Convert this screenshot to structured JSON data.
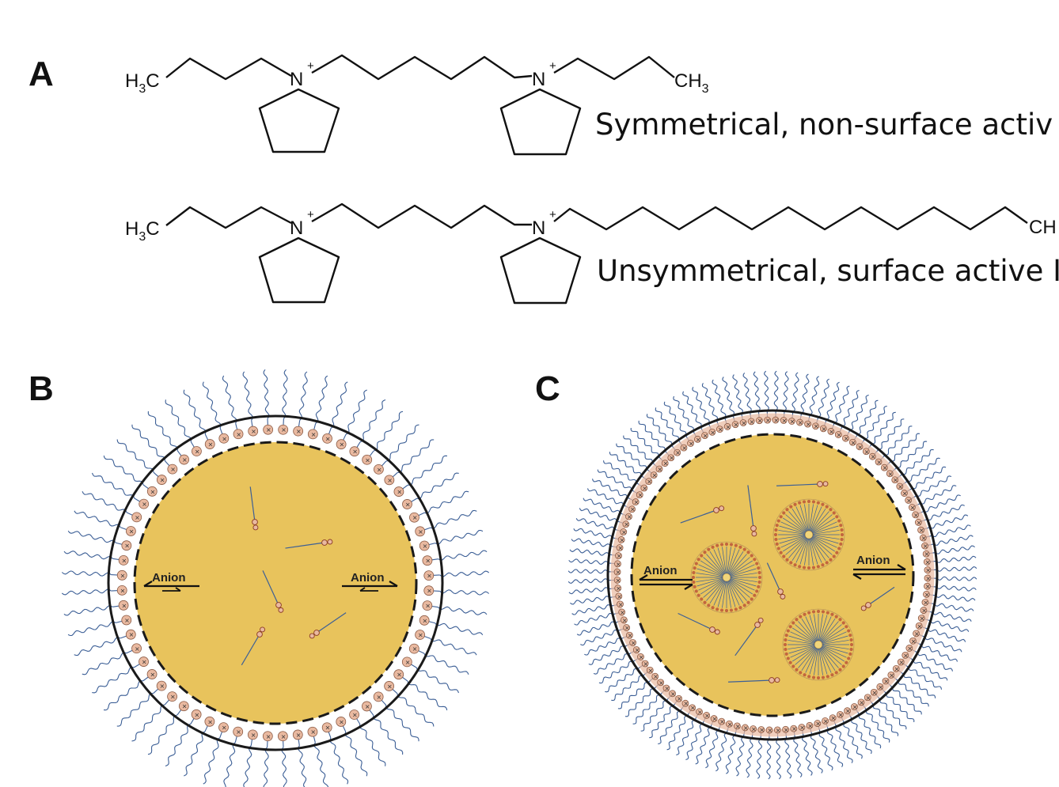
{
  "panels": {
    "a": {
      "label": "A"
    },
    "b": {
      "label": "B",
      "left_anion": "Anion",
      "right_anion": "Anion"
    },
    "c": {
      "label": "C",
      "left_anion": "Anion",
      "right_anion": "Anion"
    }
  },
  "molecules": {
    "top": {
      "left_group": "H",
      "left_group_sub": "3",
      "left_group_tail": "C",
      "n1": "N",
      "n1_charge": "+",
      "n2": "N",
      "n2_charge": "+",
      "right_group": "CH",
      "right_group_sub": "3",
      "caption": "Symmetrical, non-surface activ"
    },
    "bottom": {
      "left_group": "H",
      "left_group_sub": "3",
      "left_group_tail": "C",
      "n1": "N",
      "n1_charge": "+",
      "n2": "N",
      "n2_charge": "+",
      "right_group": "CH",
      "caption": "Unsymmetrical, surface active I"
    }
  },
  "colors": {
    "droplet": "#e8c35c",
    "headgroup": "#e9b9a0",
    "tail": "#3c5f96",
    "outline": "#1a1a1a"
  }
}
